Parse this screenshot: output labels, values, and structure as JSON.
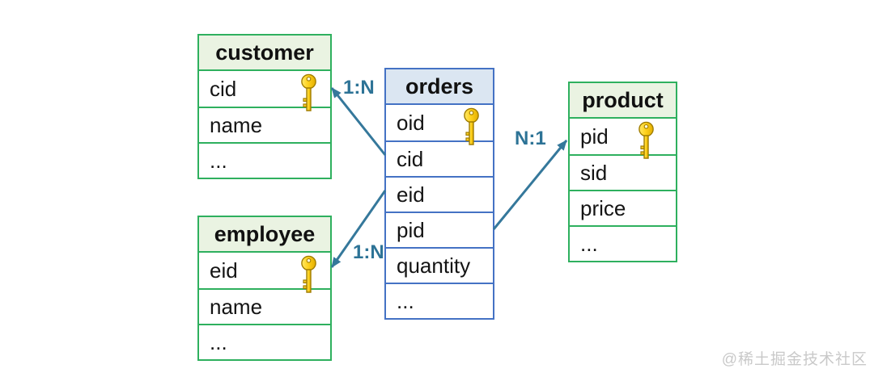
{
  "tables": {
    "customer": {
      "title": "customer",
      "fields": [
        {
          "name": "cid",
          "primary_key": true
        },
        {
          "name": "name",
          "primary_key": false
        },
        {
          "name": "...",
          "primary_key": false
        }
      ]
    },
    "orders": {
      "title": "orders",
      "fields": [
        {
          "name": "oid",
          "primary_key": true
        },
        {
          "name": "cid",
          "primary_key": false
        },
        {
          "name": "eid",
          "primary_key": false
        },
        {
          "name": "pid",
          "primary_key": false
        },
        {
          "name": "quantity",
          "primary_key": false
        },
        {
          "name": "...",
          "primary_key": false
        }
      ]
    },
    "employee": {
      "title": "employee",
      "fields": [
        {
          "name": "eid",
          "primary_key": true
        },
        {
          "name": "name",
          "primary_key": false
        },
        {
          "name": "...",
          "primary_key": false
        }
      ]
    },
    "product": {
      "title": "product",
      "fields": [
        {
          "name": "pid",
          "primary_key": true
        },
        {
          "name": "sid",
          "primary_key": false
        },
        {
          "name": "price",
          "primary_key": false
        },
        {
          "name": "...",
          "primary_key": false
        }
      ]
    }
  },
  "relations": [
    {
      "label": "1:N",
      "from": "orders.cid",
      "to": "customer.cid"
    },
    {
      "label": "1:N",
      "from": "orders.eid",
      "to": "employee.eid"
    },
    {
      "label": "N:1",
      "from": "orders.pid",
      "to": "product.pid"
    }
  ],
  "colors": {
    "green_border": "#2eb05e",
    "green_header": "#eaf3e2",
    "blue_border": "#4472c4",
    "blue_header": "#dbe6f2",
    "arrow": "#35789b",
    "label": "#2d7396",
    "watermark": "#c9c9c9"
  },
  "watermark": "@稀土掘金技术社区"
}
